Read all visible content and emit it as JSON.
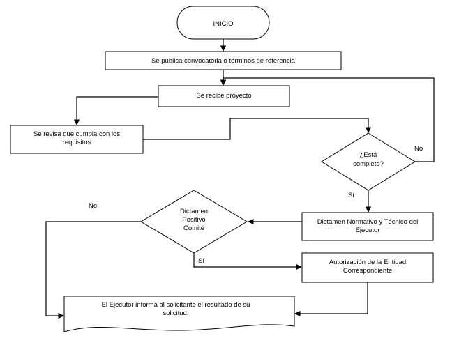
{
  "nodes": {
    "inicio": "INICIO",
    "publica": "Se publica convocatoria o términos de referencia",
    "recibe": "Se recibe proyecto",
    "revisa": [
      "Se revisa que cumpla con los",
      "requisitos"
    ],
    "completo": [
      "¿Está",
      "completo?"
    ],
    "dictamen_normativo": [
      "Dictamen Normativo y Técnico del",
      "Ejecutor"
    ],
    "dictamen_positivo": [
      "Dictamen",
      "Positivo",
      "Comité"
    ],
    "autorizacion": [
      "Autorización de la Entidad",
      "Correspondiente"
    ],
    "informa": [
      "El Ejecutor informa al solicitante el resultado de su",
      "solicitud."
    ]
  },
  "edge_labels": {
    "completo_no": "No",
    "completo_si": "Sí",
    "positivo_no": "No",
    "positivo_si": "Sí"
  }
}
